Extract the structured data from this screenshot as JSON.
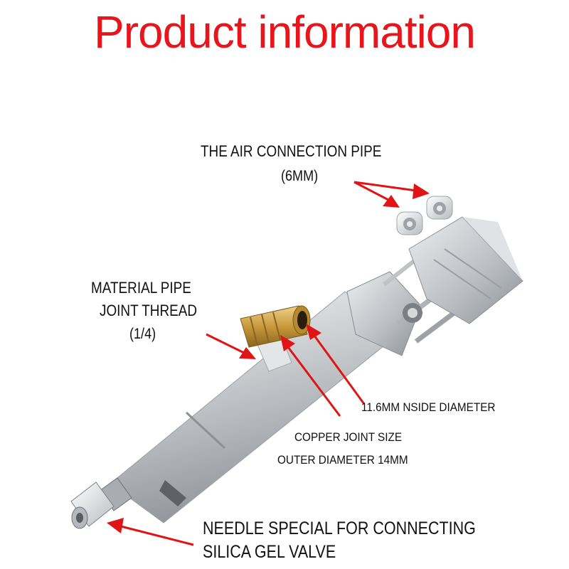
{
  "title": "Product information",
  "labels": {
    "air_pipe_line1": "THE AIR CONNECTION PIPE",
    "air_pipe_line2": "(6MM)",
    "material_line1": "MATERIAL PIPE",
    "material_line2": "JOINT THREAD",
    "material_line3": "(1/4)",
    "inside_diameter": "11.6MM  NSIDE DIAMETER",
    "copper_joint": "COPPER JOINT SIZE",
    "outer_diameter": "OUTER DIAMETER 14MM",
    "needle_line1": "NEEDLE SPECIAL FOR CONNECTING",
    "needle_line2": "SILICA GEL VALVE"
  },
  "colors": {
    "title": "#e8161c",
    "arrow": "#e01414",
    "metal_light": "#e4e6e8",
    "metal_dark": "#8e9297",
    "brass": "#c89a3c"
  }
}
